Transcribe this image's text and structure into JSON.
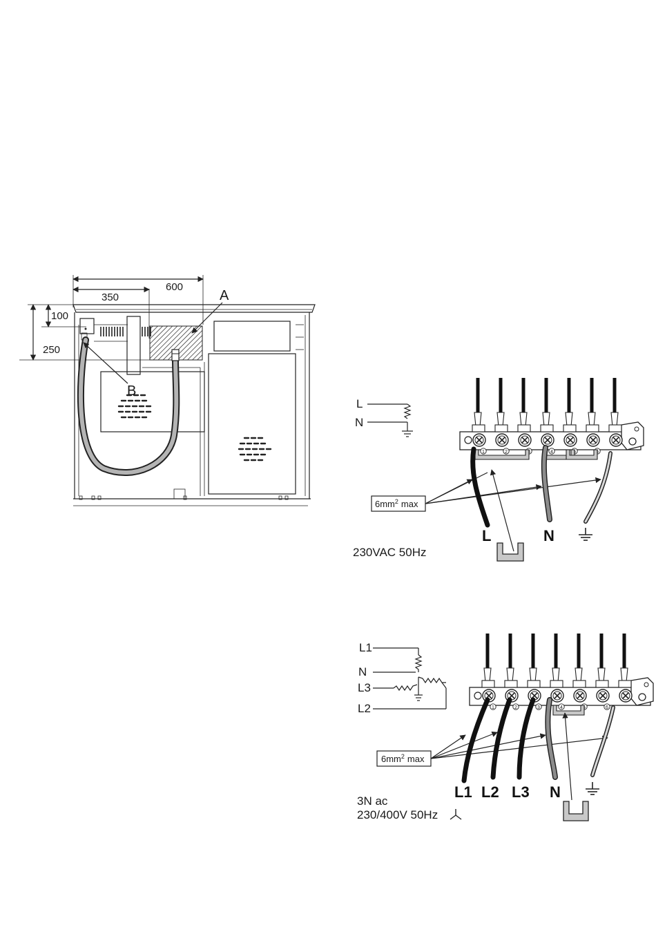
{
  "installation": {
    "dim_600": "600",
    "dim_350": "350",
    "dim_100": "100",
    "dim_250": "250",
    "label_a": "A",
    "label_b": "B"
  },
  "single_phase": {
    "sym_l": "L",
    "sym_n": "N",
    "cable_note": "6mm",
    "cable_note_sup": "2",
    "cable_note_suffix": "max",
    "term_l": "L",
    "term_n": "N",
    "supply": "230VAC 50Hz",
    "terminal_numbers": [
      "1",
      "2",
      "3",
      "4",
      "5",
      "6"
    ]
  },
  "three_phase": {
    "sym_l1": "L1",
    "sym_n": "N",
    "sym_l3": "L3",
    "sym_l2": "L2",
    "cable_note": "6mm",
    "cable_note_sup": "2",
    "cable_note_suffix": "max",
    "term_l1": "L1",
    "term_l2": "L2",
    "term_l3": "L3",
    "term_n": "N",
    "supply_line1": "3N ac",
    "supply_line2": "230/400V 50Hz",
    "terminal_numbers": [
      "1",
      "2",
      "3",
      "4",
      "5",
      "6"
    ]
  },
  "icons": [
    "earth-ground-icon",
    "wye-star-icon",
    "resistor-coil-icon",
    "terminal-screw-icon",
    "bridge-link-icon"
  ]
}
